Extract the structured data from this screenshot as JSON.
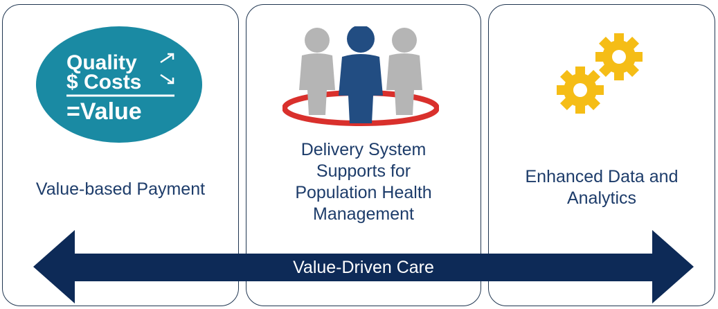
{
  "panels": [
    {
      "title": "Value-based Payment",
      "icon": "quality-costs-value-icon",
      "icon_text": {
        "quality": "Quality",
        "costs": "$ Costs",
        "value": "=Value"
      }
    },
    {
      "title_lines": [
        "Delivery System",
        "Supports for",
        "Population Health",
        "Management"
      ],
      "icon": "people-group-icon"
    },
    {
      "title_lines": [
        "Enhanced Data and",
        "Analytics"
      ],
      "icon": "gears-icon"
    }
  ],
  "arrow": {
    "label": "Value-Driven Care",
    "color": "#0d2a57"
  },
  "colors": {
    "text": "#1d3c6a",
    "teal": "#1a8aa3",
    "gear": "#f5bd16",
    "ring": "#d9302c",
    "person_main": "#224d82",
    "person_side": "#b5b5b5"
  }
}
